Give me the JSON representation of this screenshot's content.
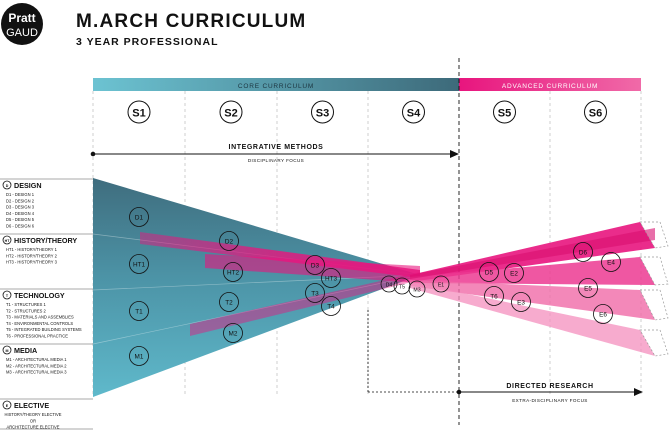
{
  "logo": {
    "line1": "Pratt",
    "line2": "GAUD"
  },
  "header": {
    "title": "M.ARCH CURRICULUM",
    "subtitle": "3 YEAR PROFESSIONAL"
  },
  "bands": {
    "core": "CORE CURRICULUM",
    "advanced": "ADVANCED CURRICULUM"
  },
  "semesters": [
    "S1",
    "S2",
    "S3",
    "S4",
    "S5",
    "S6"
  ],
  "integrative": {
    "label": "INTEGRATIVE METHODS",
    "sub": "DISCIPLINARY FOCUS"
  },
  "directed": {
    "label": "DIRECTED RESEARCH",
    "sub": "EXTRA-DISCIPLINARY FOCUS"
  },
  "categories": [
    {
      "badge": "D",
      "title": "DESIGN",
      "items": [
        "D1 - DESIGN 1",
        "D2 - DESIGN 2",
        "D3 - DESIGN 3",
        "D4 - DESIGN 4",
        "D5 - DESIGN 5",
        "D6 - DESIGN 6"
      ]
    },
    {
      "badge": "HT",
      "title": "HISTORY/THEORY",
      "items": [
        "HT1 - HISTORY/THEORY 1",
        "HT2 - HISTORY/THEORY 2",
        "HT3 - HISTORY/THEORY 3"
      ]
    },
    {
      "badge": "T",
      "title": "TECHNOLOGY",
      "items": [
        "T1 - STRUCTURES 1",
        "T2 - STRUCTURES 2",
        "T3 - MATERIALS AND ASSEMBLIES",
        "T4 - ENVIRONMENTAL CONTROLS",
        "T5 - INTEGRATED BUILDING SYSTEMS",
        "T6 - PROFESSIONAL PRACTICE"
      ]
    },
    {
      "badge": "M",
      "title": "MEDIA",
      "items": [
        "M1 - ARCHITECTURAL MEDIA 1",
        "M2 - ARCHITECTURAL MEDIA 2",
        "M3 - ARCHITECTURAL MEDIA 3"
      ]
    },
    {
      "badge": "E",
      "title": "ELECTIVE",
      "items": [
        "HISTORY/THEORY ELECTIVE",
        "OR",
        "ARCHITECTURE ELECTIVE"
      ]
    }
  ],
  "courses": [
    {
      "label": "D1"
    },
    {
      "label": "HT1"
    },
    {
      "label": "T1"
    },
    {
      "label": "M1"
    },
    {
      "label": "D2"
    },
    {
      "label": "HT2"
    },
    {
      "label": "T2"
    },
    {
      "label": "M2"
    },
    {
      "label": "D3"
    },
    {
      "label": "HT3"
    },
    {
      "label": "T3"
    },
    {
      "label": "T4"
    },
    {
      "label": "D4"
    },
    {
      "label": "T5"
    },
    {
      "label": "M3"
    },
    {
      "label": "E1"
    },
    {
      "label": "D5"
    },
    {
      "label": "E2"
    },
    {
      "label": "T6"
    },
    {
      "label": "E3"
    },
    {
      "label": "D6"
    },
    {
      "label": "E4"
    },
    {
      "label": "E5"
    },
    {
      "label": "E6"
    }
  ],
  "colors": {
    "core_light": "#5bb8c9",
    "core_dark": "#3d6f80",
    "advanced": "#e8157e",
    "advanced_light": "#f07ab0"
  }
}
